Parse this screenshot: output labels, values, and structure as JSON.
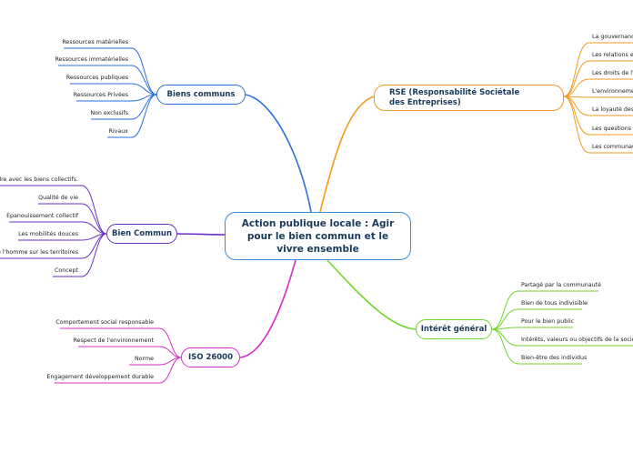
{
  "center": "Action publique locale : Agir pour le bien commun et le vivre ensemble",
  "branches": {
    "biens_communs": {
      "label": "Biens communs",
      "color": "#2a6fdb",
      "leaves": [
        "Ressources matérielles",
        "Ressources immatérielles",
        "Ressources publiques",
        "Ressources Privées",
        "Non exclusifs",
        "Rivaux"
      ]
    },
    "bien_commun": {
      "label": "Bien Commun",
      "color": "#6a2fc2",
      "leaves": [
        "pondre avec les biens collectifs.",
        "Qualité de vie",
        "Epanouissement collectif",
        "Les mobilités douces",
        "de l'homme sur les territoires",
        "Concept"
      ]
    },
    "iso": {
      "label": "ISO 26000",
      "color": "#d62fc9",
      "leaves": [
        "Comportement social responsable",
        "Respect de l'environnement",
        "Norme",
        "Engagement développement durable"
      ]
    },
    "rse": {
      "label": "RSE (Responsabilité Sociétale des Entreprises)",
      "color": "#f29a1f",
      "leaves": [
        "La gouvernance",
        "Les relations et c",
        "Les droits de l'H",
        "L'environnement",
        "La loyauté des p",
        "Les questions re",
        "Les communaut"
      ]
    },
    "interet": {
      "label": "Intérêt général",
      "color": "#6fd62a",
      "leaves": [
        "Partagé par la communauté",
        "Bien de tous indivisible",
        "Pour le bien public",
        "Intérêts, valeurs ou objectifs de la société pa",
        "Bien-être des individus"
      ]
    }
  }
}
